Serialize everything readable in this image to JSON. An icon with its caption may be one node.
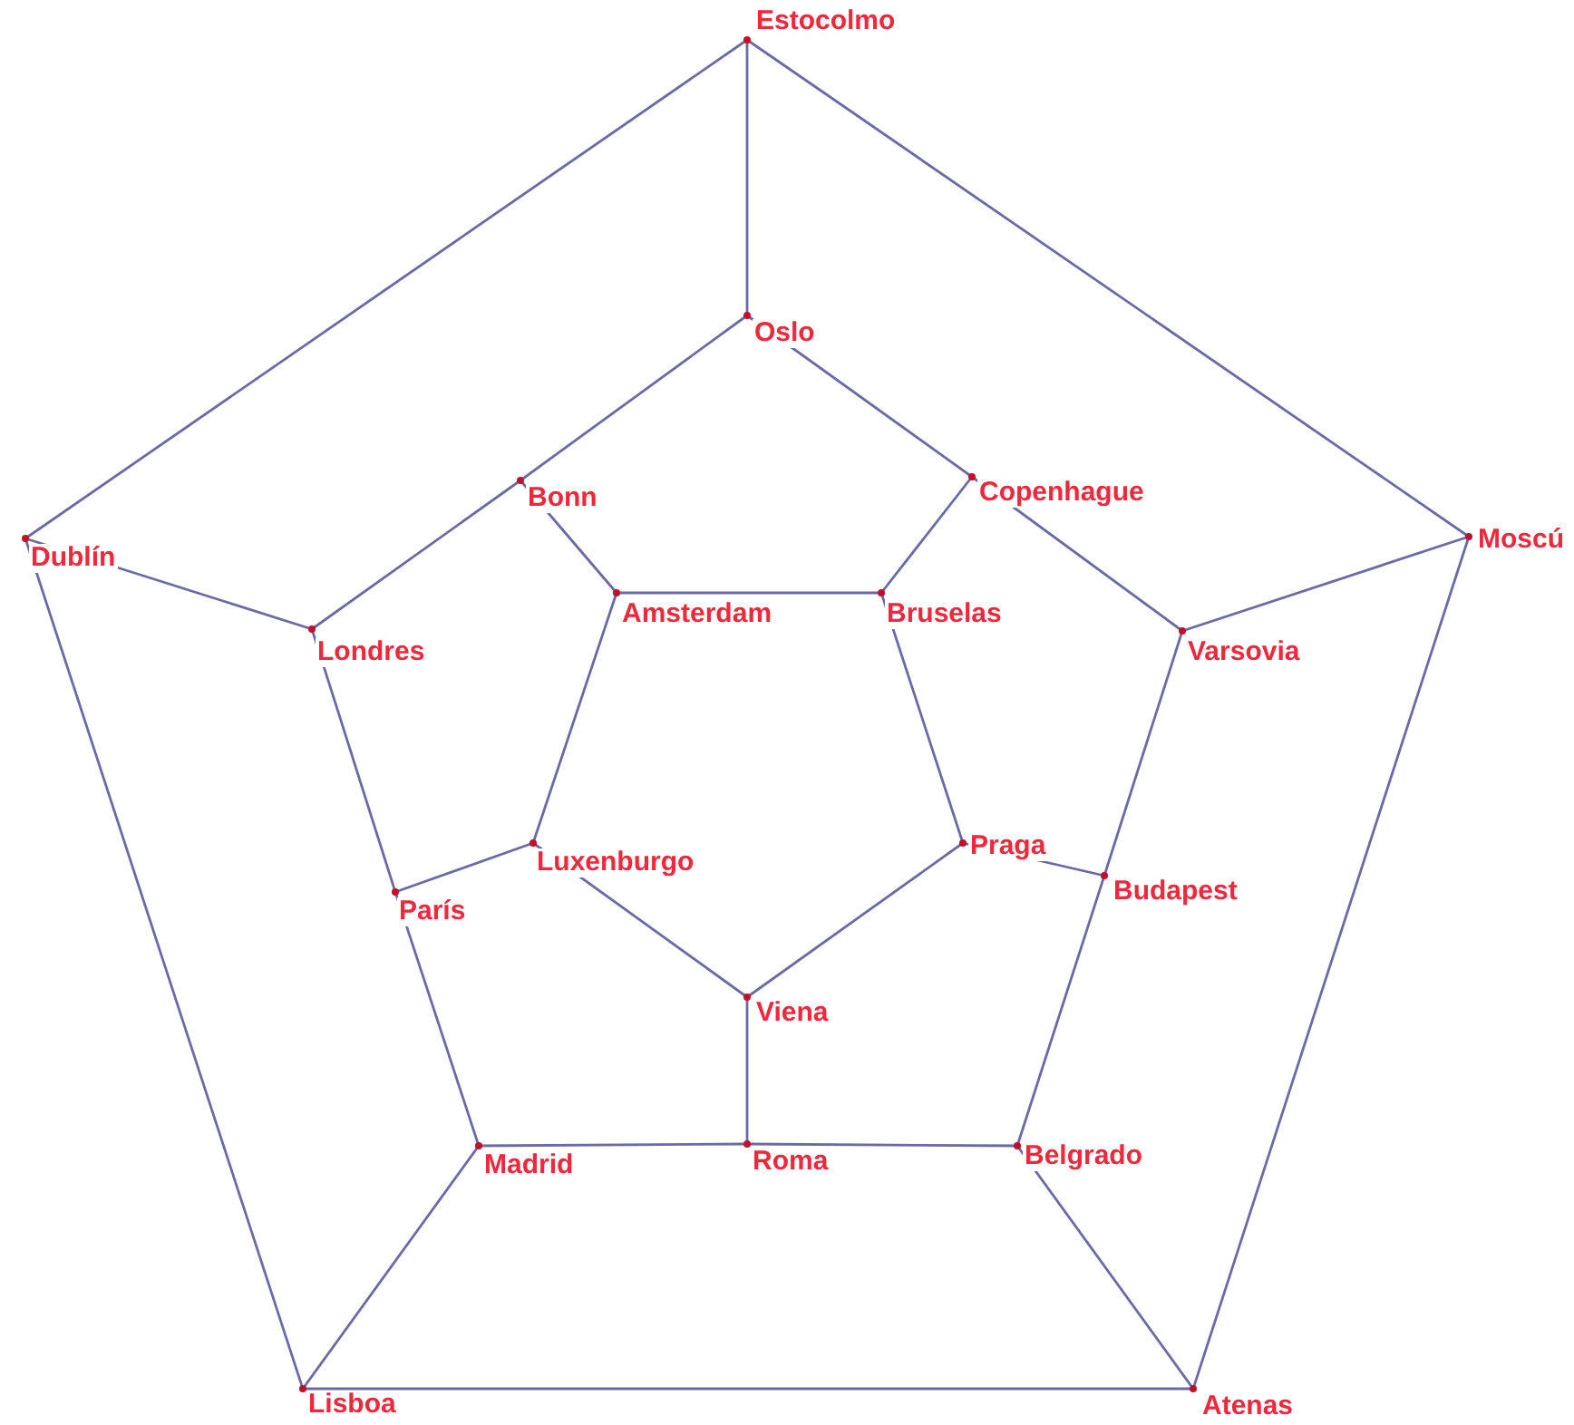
{
  "diagram": {
    "nodes": [
      {
        "text": [
          "Estocolmo"
        ]
      },
      {
        "text": [
          "Oslo"
        ]
      },
      {
        "text": [
          "Bonn"
        ]
      },
      {
        "text": [
          "Copenhague"
        ]
      },
      {
        "text": [
          "Dublín"
        ]
      },
      {
        "text": [
          "Moscú"
        ]
      },
      {
        "text": [
          "Amsterdam"
        ]
      },
      {
        "text": [
          "Bruselas"
        ]
      },
      {
        "text": [
          "Londres"
        ]
      },
      {
        "text": [
          "Varsovia"
        ]
      },
      {
        "text": [
          "Luxenburgo"
        ]
      },
      {
        "text": [
          "Praga"
        ]
      },
      {
        "text": [
          "Budapest"
        ]
      },
      {
        "text": [
          "París"
        ]
      },
      {
        "text": [
          "Viena"
        ]
      },
      {
        "text": [
          "Madrid"
        ]
      },
      {
        "text": [
          "Roma"
        ]
      },
      {
        "text": [
          "Belgrado"
        ]
      },
      {
        "text": [
          "Lisboa"
        ]
      },
      {
        "text": [
          "Atenas"
        ]
      }
    ],
    "edges": [
      {
        "from": 0,
        "to": 1,
        "arrow": "none"
      },
      {
        "from": 0,
        "to": 4,
        "arrow": "none"
      },
      {
        "from": 0,
        "to": 5,
        "arrow": "none"
      },
      {
        "from": 1,
        "to": 2,
        "arrow": "none"
      },
      {
        "from": 1,
        "to": 3,
        "arrow": "none"
      },
      {
        "from": 2,
        "to": 8,
        "arrow": "none"
      },
      {
        "from": 2,
        "to": 6,
        "arrow": "none"
      },
      {
        "from": 3,
        "to": 7,
        "arrow": "none"
      },
      {
        "from": 3,
        "to": 9,
        "arrow": "none"
      },
      {
        "from": 6,
        "to": 7,
        "arrow": "none"
      },
      {
        "from": 6,
        "to": 10,
        "arrow": "none"
      },
      {
        "from": 7,
        "to": 11,
        "arrow": "none"
      },
      {
        "from": 4,
        "to": 8,
        "arrow": "none"
      },
      {
        "from": 4,
        "to": 18,
        "arrow": "none"
      },
      {
        "from": 5,
        "to": 9,
        "arrow": "none"
      },
      {
        "from": 5,
        "to": 19,
        "arrow": "none"
      },
      {
        "from": 8,
        "to": 13,
        "arrow": "none"
      },
      {
        "from": 9,
        "to": 12,
        "arrow": "none"
      },
      {
        "from": 12,
        "to": 17,
        "arrow": "none"
      },
      {
        "from": 10,
        "to": 13,
        "arrow": "none"
      },
      {
        "from": 10,
        "to": 14,
        "arrow": "none"
      },
      {
        "from": 11,
        "to": 12,
        "arrow": "none"
      },
      {
        "from": 11,
        "to": 14,
        "arrow": "none"
      },
      {
        "from": 14,
        "to": 16,
        "arrow": "none"
      },
      {
        "from": 13,
        "to": 15,
        "arrow": "none"
      },
      {
        "from": 15,
        "to": 16,
        "arrow": "none"
      },
      {
        "from": 15,
        "to": 18,
        "arrow": "none"
      },
      {
        "from": 16,
        "to": 17,
        "arrow": "none"
      },
      {
        "from": 17,
        "to": 19,
        "arrow": "none"
      },
      {
        "from": 18,
        "to": 19,
        "arrow": "none"
      }
    ]
  }
}
